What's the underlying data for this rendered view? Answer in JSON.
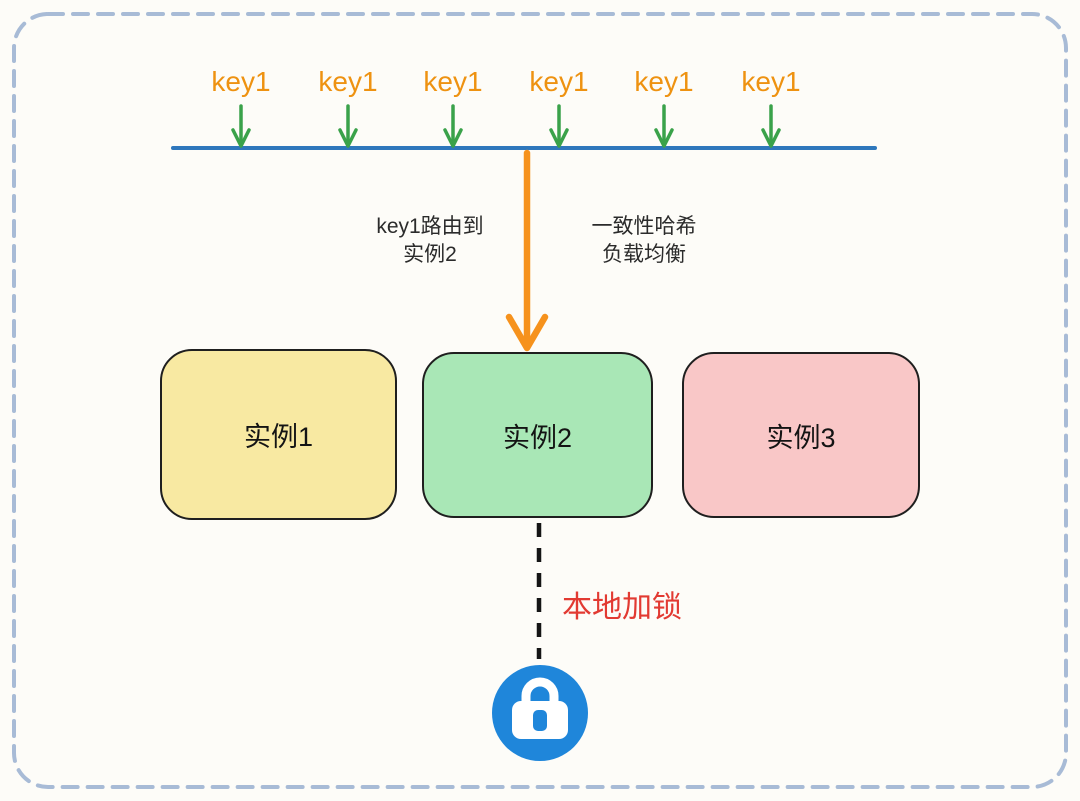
{
  "diagram": {
    "background": "#FDFCF8",
    "border_color": "#A8BBD6"
  },
  "hash_ring": {
    "keys": [
      "key1",
      "key1",
      "key1",
      "key1",
      "key1",
      "key1"
    ],
    "key_color": "#EE9211",
    "key_arrow_color": "#3AA24A",
    "key_arrow_icon": "arrow-down-icon",
    "line_color": "#2E77BC"
  },
  "routing": {
    "route_note": "key1路由到\n实例2",
    "strategy_note": "一致性哈希\n负载均衡",
    "note_color": "#2B2B2B",
    "route_arrow_color": "#F6921D",
    "route_arrow_icon": "arrow-down-icon"
  },
  "instances": [
    {
      "label": "实例1",
      "fill": "#F8E9A2"
    },
    {
      "label": "实例2",
      "fill": "#A9E7B6"
    },
    {
      "label": "实例3",
      "fill": "#F9C7C7"
    }
  ],
  "locking": {
    "label": "本地加锁",
    "label_color": "#E23A32",
    "connector_color": "#151515",
    "icon": "lock-icon",
    "icon_circle_color": "#1F86DA"
  }
}
